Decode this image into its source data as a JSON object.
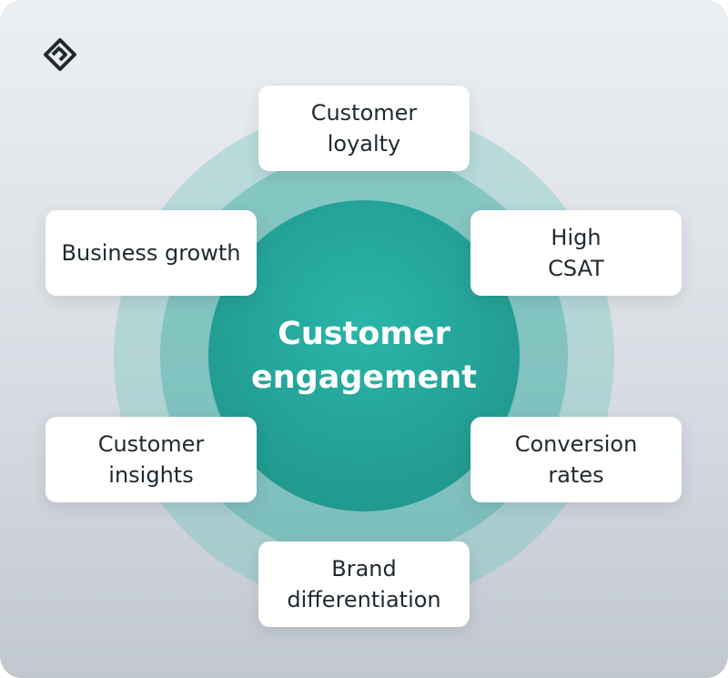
{
  "center": {
    "title": "Customer engagement"
  },
  "outcomes": {
    "top": "Customer loyalty",
    "top_left": "Business growth",
    "top_right": "High CSAT",
    "bottom_left": "Customer insights",
    "bottom_right": "Conversion rates",
    "bottom": "Brand differentiation"
  },
  "colors": {
    "teal_core": "#239f94",
    "teal_ring": "#48b0a6",
    "card_bg": "#ffffff",
    "text_dark": "#1f2a30"
  },
  "icons": {
    "brand_logo": "diamond-logo-icon"
  }
}
